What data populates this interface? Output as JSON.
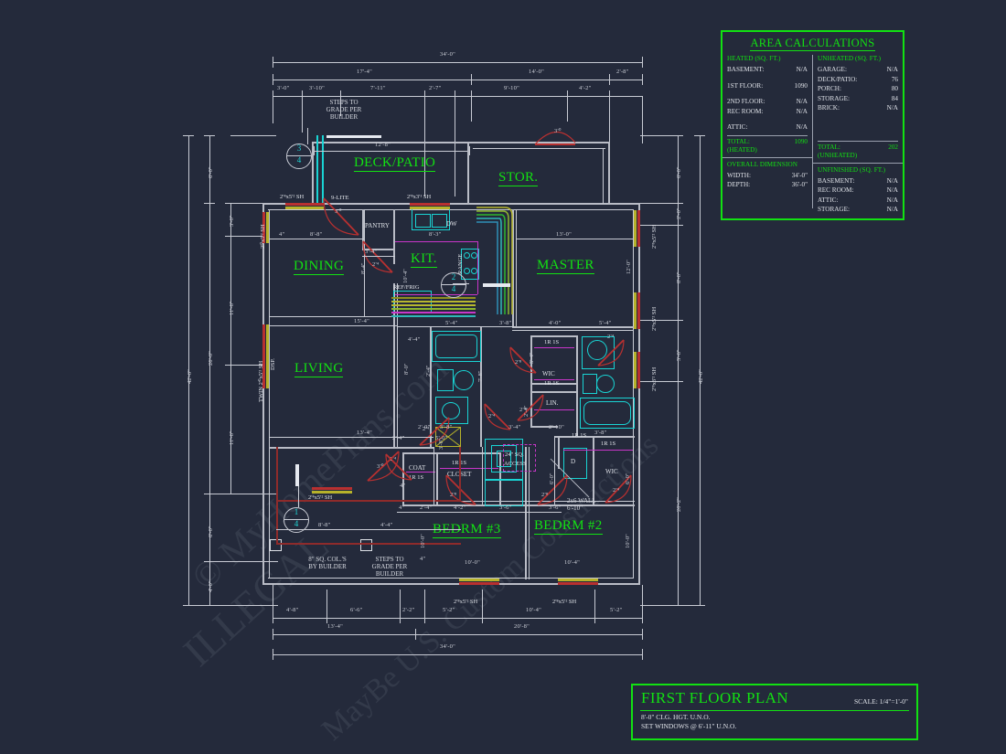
{
  "document": {
    "background_color": "#242a3b",
    "accent_green": "#12e112",
    "line_color": "#c8cbd4"
  },
  "area_calculations": {
    "title": "AREA CALCULATIONS",
    "heated": {
      "header": "HEATED (SQ. FT.)",
      "rows": [
        {
          "label": "BASEMENT:",
          "value": "N/A"
        },
        {
          "label": "1ST FLOOR:",
          "value": "1090"
        },
        {
          "label": "2ND FLOOR:",
          "value": "N/A"
        },
        {
          "label": "REC ROOM:",
          "value": "N/A"
        },
        {
          "label": "ATTIC:",
          "value": "N/A"
        }
      ],
      "total_label": "TOTAL:",
      "total_sub": "(HEATED)",
      "total_value": "1090"
    },
    "unheated": {
      "header": "UNHEATED (SQ. FT.)",
      "rows": [
        {
          "label": "GARAGE:",
          "value": "N/A"
        },
        {
          "label": "DECK/PATIO:",
          "value": "76"
        },
        {
          "label": "PORCH:",
          "value": "80"
        },
        {
          "label": "STORAGE:",
          "value": "84"
        },
        {
          "label": "BRICK:",
          "value": "N/A"
        }
      ],
      "total_label": "TOTAL:",
      "total_sub": "(UNHEATED)",
      "total_value": "202"
    },
    "overall_dimension": {
      "header": "OVERALL DIMENSION",
      "rows": [
        {
          "label": "WIDTH:",
          "value": "34'-0\""
        },
        {
          "label": "DEPTH:",
          "value": "36'-0\""
        }
      ]
    },
    "unfinished": {
      "header": "UNFINISHED (SQ. FT.)",
      "rows": [
        {
          "label": "BASEMENT:",
          "value": "N/A"
        },
        {
          "label": "REC ROOM:",
          "value": "N/A"
        },
        {
          "label": "ATTIC:",
          "value": "N/A"
        },
        {
          "label": "STORAGE:",
          "value": "N/A"
        }
      ]
    }
  },
  "title_block": {
    "title": "FIRST FLOOR PLAN",
    "scale": "SCALE: 1/4\"=1'-0\"",
    "note1": "8'-0\" CLG. HGT. U.N.O.",
    "note2": "SET WINDOWS @ 6'-11\" U.N.O."
  },
  "rooms": [
    {
      "name": "DECK/PATIO"
    },
    {
      "name": "STOR."
    },
    {
      "name": "DINING"
    },
    {
      "name": "KIT."
    },
    {
      "name": "MASTER"
    },
    {
      "name": "LIVING"
    },
    {
      "name": "BEDRM #3"
    },
    {
      "name": "BEDRM #2"
    }
  ],
  "room_labels": {
    "deck_patio": "DECK/PATIO",
    "stor": "STOR.",
    "dining": "DINING",
    "kit": "KIT.",
    "master": "MASTER",
    "living": "LIVING",
    "bedrm3": "BEDRM #3",
    "bedrm2": "BEDRM #2"
  },
  "small_labels": {
    "pantry": "PANTRY",
    "dw": "DW",
    "range": "RANGE",
    "reffrig": "REF/FRIG",
    "wic_upper": "WIC",
    "wic_lower": "WIC",
    "lin": "LIN.",
    "coat": "COAT",
    "closet": "CLOSET",
    "shelf_rod_1": "1R 1S",
    "shelf_rod_2": "1R 1S",
    "shelf_rod_3": "1R 1S",
    "shelf_rod_4": "1R 1S",
    "shelf_rod_5": "1R 1S",
    "shelf_rod_6": "1R 1S",
    "dryer": "D",
    "dsp": "DSP.",
    "lite9": "9-LITE",
    "access": "24\" SQ.\nACCESS",
    "access_l1": "24\" SQ.",
    "access_l2": "ACCESS",
    "wall2x6_l1": "2x6 WALL",
    "wall2x6_l2": "6'-10\"",
    "steps_builder_l1": "STEPS TO",
    "steps_builder_l2": "GRADE PER",
    "steps_builder_l3": "BUILDER",
    "cols_l1": "8\" SQ. COL.'S",
    "cols_l2": "BY BUILDER",
    "steps_top_l1": "STEPS TO",
    "steps_top_l2": "GRADE PER",
    "steps_top_l3": "BUILDER"
  },
  "windows": {
    "top_left": "2'⁴x5'² SH",
    "top_kit": "2'⁸x3'¹ SH",
    "left_dining": "2'⁰x5'² SH",
    "left_living": "TWIN 2'⁰x5'² SH",
    "left_bottom": "2'⁴x5'² SH",
    "right_master_1": "2'⁸x5'² SH",
    "right_master_2": "2'⁸x5'² SH",
    "right_bath": "2'⁸x3'² SH",
    "bottom_b3": "2'⁸x5'² SH",
    "bottom_b2": "2'⁸x5'² SH"
  },
  "dimensions": {
    "top": {
      "overall": "34'-0\"",
      "row2": [
        "17'-4\"",
        "14'-0\"",
        "2'-8\""
      ],
      "row3": [
        "3'-0\"",
        "3'-10\"",
        "7'-11\"",
        "2'-7\"",
        "9'-10\"",
        "4'-2\""
      ]
    },
    "bottom": {
      "overall": "34'-0\"",
      "row2": [
        "13'-4\"",
        "20'-8\""
      ],
      "row3": [
        "4'-8\"",
        "6'-6\"",
        "2'-2\"",
        "5'-2\"",
        "10'-4\"",
        "5'-2\""
      ]
    },
    "left": {
      "overall": "42'-0\"",
      "row2": [
        "6'-0\"",
        "26'-0\"",
        "6'-0\"",
        "4'-0\""
      ],
      "row3": [
        "3'-0\"",
        "11'-6\"",
        "11'-6\""
      ]
    },
    "right": {
      "overall": "42'-0\"",
      "row2": [
        "6'-0\"",
        "2'-0\"",
        "8'-6\"",
        "5'-6\"",
        "20'-2\""
      ]
    },
    "interior": [
      "12'-8\"",
      "8'-8\"",
      "3'-4\"",
      "8'-3\"",
      "13'-0\"",
      "12'-0\"",
      "10'-4\"",
      "15'-4\"",
      "4'-4\"",
      "8'-0\"",
      "5'-4\"",
      "3'-8\"",
      "4'-0\"",
      "5'-4\"",
      "5'-4\"",
      "13'-4\"",
      "2'-4\"",
      "2'-0\"",
      "3'-8\"",
      "5'-0\"",
      "3'-4\"",
      "2'-10\"",
      "3'-8\"",
      "6'-0\"",
      "10'-0\"",
      "10'-4\"",
      "10'-0\"",
      "2'-4\"",
      "4'-2\"",
      "3'-6\"",
      "3'-6\"",
      "8'-8\"",
      "4'-4\"",
      "4\"",
      "8'-4\""
    ]
  },
  "section_markers": [
    {
      "top": "3",
      "bottom": "4"
    },
    {
      "top": "2",
      "bottom": "4"
    },
    {
      "top": "1",
      "bottom": "4"
    }
  ],
  "watermark": {
    "line1": "© MyHomePlans.com",
    "line2": "ILLEGAL",
    "line3": "MayBe U.S. Custom Constructions"
  }
}
